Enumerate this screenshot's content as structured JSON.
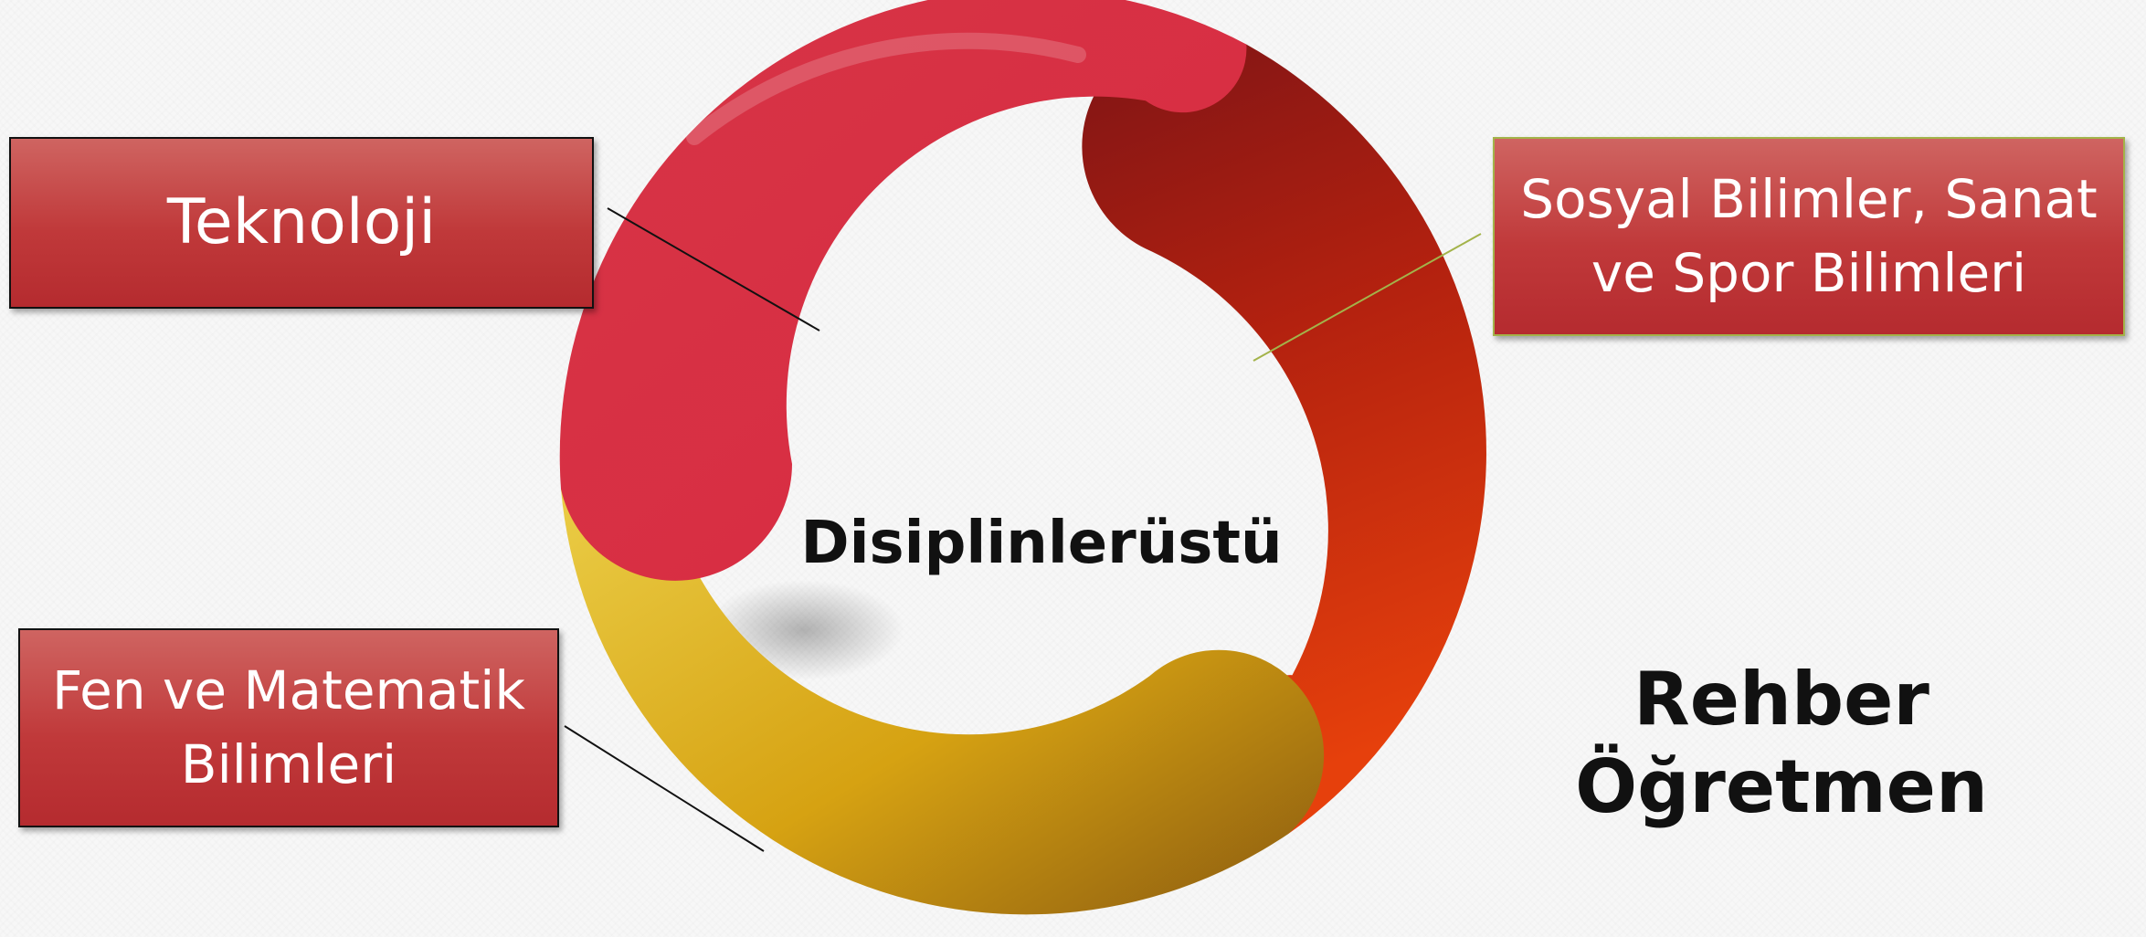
{
  "diagram": {
    "center": "Disiplinlerüstü",
    "segments": [
      {
        "label": "Teknoloji"
      },
      {
        "label": "Sosyal Bilimler, Sanat ve Spor Bilimleri",
        "lines": [
          "Sosyal Bilimler, Sanat",
          "ve Spor Bilimleri"
        ]
      },
      {
        "label": "Fen ve Matematik Bilimleri",
        "lines": [
          "Fen ve Matematik",
          "Bilimleri"
        ]
      }
    ],
    "side_label": {
      "lines": [
        "Rehber",
        "Öğretmen"
      ]
    }
  },
  "colors": {
    "teknoloji_segment": "#d92a41",
    "sosyal_segment_start": "#7e1416",
    "sosyal_segment_end": "#e6400c",
    "fen_segment_start": "#ecd04a",
    "fen_segment_end": "#8a5a10",
    "label_box": "#c0393a",
    "background": "#f7f7f7"
  }
}
